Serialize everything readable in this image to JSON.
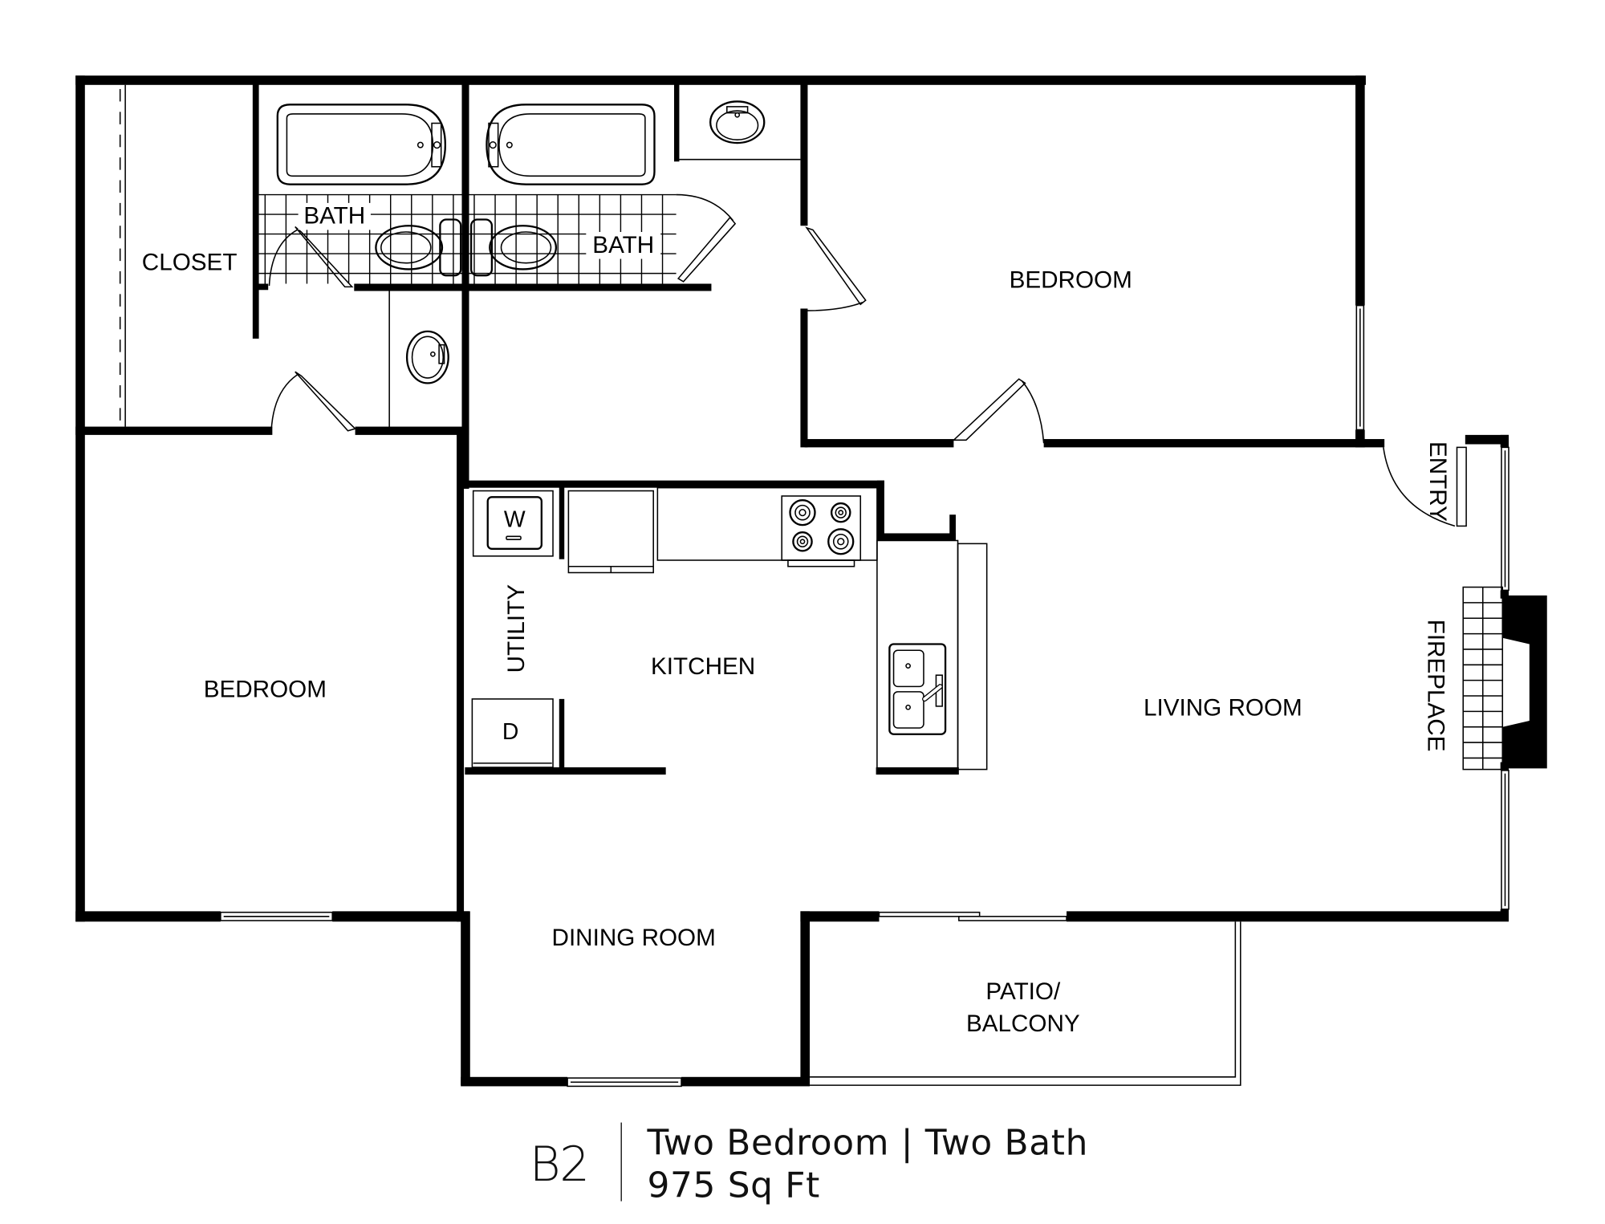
{
  "plan": {
    "code": "B2",
    "description": "Two Bedroom | Two Bath",
    "area": "975 Sq Ft"
  },
  "rooms": {
    "closet": "CLOSET",
    "bath_1": "BATH",
    "bath_2": "BATH",
    "bedroom_upper": "BEDROOM",
    "bedroom_lower": "BEDROOM",
    "utility": "UTILITY",
    "kitchen": "KITCHEN",
    "living_room": "LIVING ROOM",
    "entry": "ENTRY",
    "fireplace": "FIREPLACE",
    "dining_room": "DINING ROOM",
    "patio_line1": "PATIO/",
    "patio_line2": "BALCONY"
  },
  "appliances": {
    "washer": "W",
    "dryer": "D"
  }
}
